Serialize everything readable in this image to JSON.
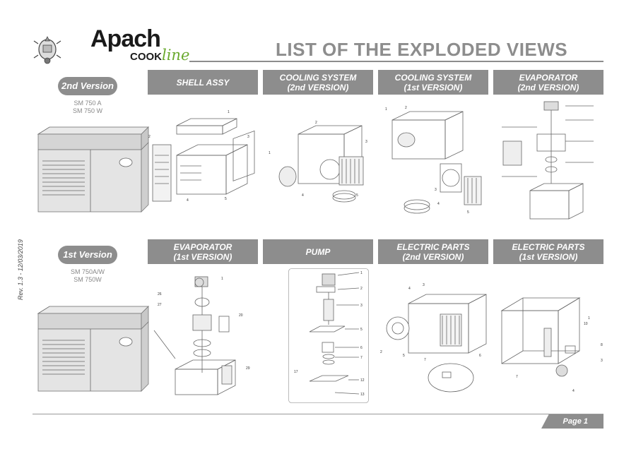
{
  "header": {
    "brand_main": "Apach",
    "brand_sub": "COOK",
    "brand_line": "line",
    "title": "LIST OF THE EXPLODED VIEWS"
  },
  "versions": {
    "v2": {
      "label": "2nd Version",
      "models": [
        "SM 750 A",
        "SM 750 W"
      ]
    },
    "v1": {
      "label": "1st Version",
      "models": [
        "SM 750A/W",
        "SM 750W"
      ]
    }
  },
  "sections": {
    "shell_assy": "SHELL ASSY",
    "cooling_v2": "COOLING SYSTEM\n(2nd VERSION)",
    "cooling_v1": "COOLING SYSTEM\n(1st VERSION)",
    "evaporator_v2": "EVAPORATOR\n(2nd VERSION)",
    "evaporator_v1": "EVAPORATOR\n(1st VERSION)",
    "pump": "PUMP",
    "electric_v2": "ELECTRIC PARTS\n(2nd VERSION)",
    "electric_v1": "ELECTRIC PARTS\n(1st VERSION)"
  },
  "revision": "Rev. 1.3 - 12/03/2019",
  "footer": {
    "page": "Page 1"
  },
  "colors": {
    "header_gray": "#8d8d8d",
    "brand_green": "#6aa92e"
  }
}
